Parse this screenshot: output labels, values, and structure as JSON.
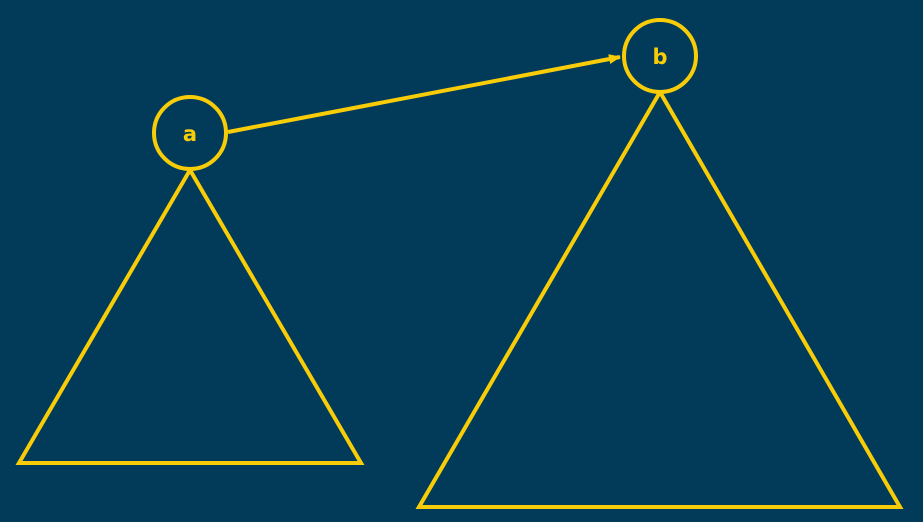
{
  "colors": {
    "background": "#023a5a",
    "stroke": "#f8cd08"
  },
  "nodes": [
    {
      "id": "a",
      "label": "a"
    },
    {
      "id": "b",
      "label": "b"
    }
  ],
  "edges": [
    {
      "from": "a",
      "to": "b",
      "directed": true
    }
  ],
  "subtrees": [
    {
      "root": "a",
      "shape": "triangle"
    },
    {
      "root": "b",
      "shape": "triangle"
    }
  ]
}
